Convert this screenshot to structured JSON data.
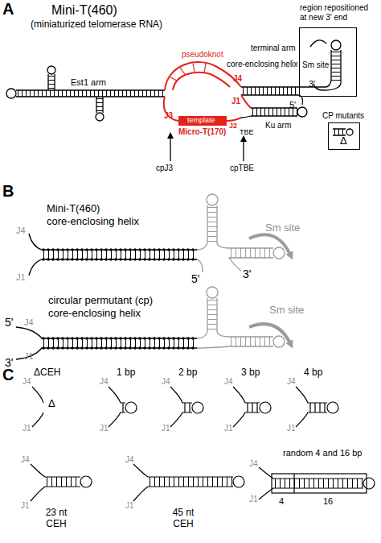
{
  "diagram": {
    "nodes": [
      {
        "text": [
          "region repositioned at new 3' end",
          "Sm site"
        ]
      },
      {
        "text": [
          "CP mutants",
          "Δ"
        ]
      }
    ],
    "labels": [
      "A",
      "Mini-T(460)",
      "(miniaturized telomerase RNA)",
      "Est1 arm",
      "pseudoknot",
      "J4",
      "core-enclosing helix",
      "terminal arm",
      "template",
      "J1",
      "J3",
      "Micro-T(170)",
      "J2",
      "TBE",
      "Ku arm",
      "5'",
      "3'",
      "cpJ3",
      "cpTBE",
      "B",
      "Mini-T(460)",
      "core-enclosing helix",
      "Sm site",
      "5'",
      "3'",
      "J4",
      "J1",
      "circular permutant (cp)",
      "core-enclosing helix",
      "Sm site",
      "5'",
      "J4",
      "J1",
      "3'",
      "C",
      "ΔCEH",
      "J4",
      "Δ",
      "J1",
      "1 bp",
      "J4",
      "J1",
      "2 bp",
      "J4",
      "J1",
      "3 bp",
      "J4",
      "J1",
      "4 bp",
      "J4",
      "J1",
      "J4",
      "J1",
      "23 nt CEH",
      "J4",
      "J1",
      "45 nt CEH",
      "random 4 and 16 bp",
      "J4",
      "J1",
      "4",
      "16"
    ]
  }
}
